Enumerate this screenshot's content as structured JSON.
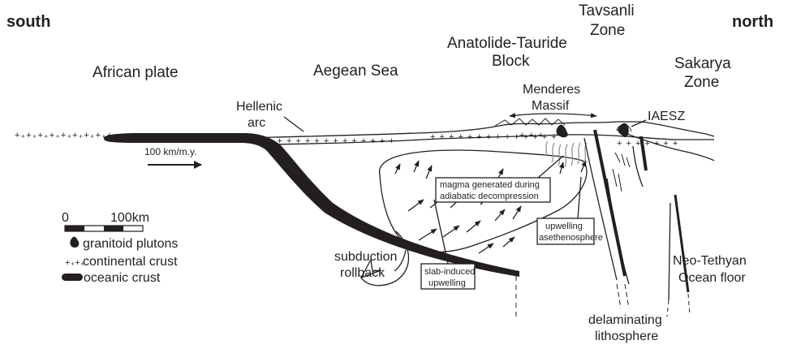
{
  "labels": {
    "south": "south",
    "north": "north",
    "african_plate": "African plate",
    "aegean_sea": "Aegean Sea",
    "atb_line1": "Anatolide-Tauride",
    "atb_line2": "Block",
    "tavsanli_line1": "Tavsanli",
    "tavsanli_line2": "Zone",
    "sakarya_line1": "Sakarya",
    "sakarya_line2": "Zone",
    "menderes_line1": "Menderes",
    "menderes_line2": "Massif",
    "iaesz": "IAESZ",
    "hellenic_line1": "Hellenic",
    "hellenic_line2": "arc",
    "plate_rate": "100 km/m.y.",
    "rollback_line1": "subduction",
    "rollback_line2": "rollback",
    "neotethys_line1": "Neo-Tethyan",
    "neotethys_line2": "Ocean floor",
    "delam_line1": "delaminating",
    "delam_line2": "lithosphere"
  },
  "boxes": {
    "magma_line1": "magma generated during",
    "magma_line2": "adiabatic decompression",
    "upwell_line1": "upwelling",
    "upwell_line2": "asethenosphere",
    "slab_line1": "slab-induced",
    "slab_line2": "upwelling"
  },
  "scale_bar": {
    "min_label": "0",
    "max_label": "100km"
  },
  "legend": [
    {
      "symbol": "pluton",
      "label": "granitoid plutons"
    },
    {
      "symbol": "plus",
      "label": "continental crust"
    },
    {
      "symbol": "oceanic",
      "label": "oceanic crust"
    }
  ],
  "colors": {
    "ink": "#231f20",
    "gray_lines": "#9a9a9a",
    "background": "#ffffff"
  }
}
